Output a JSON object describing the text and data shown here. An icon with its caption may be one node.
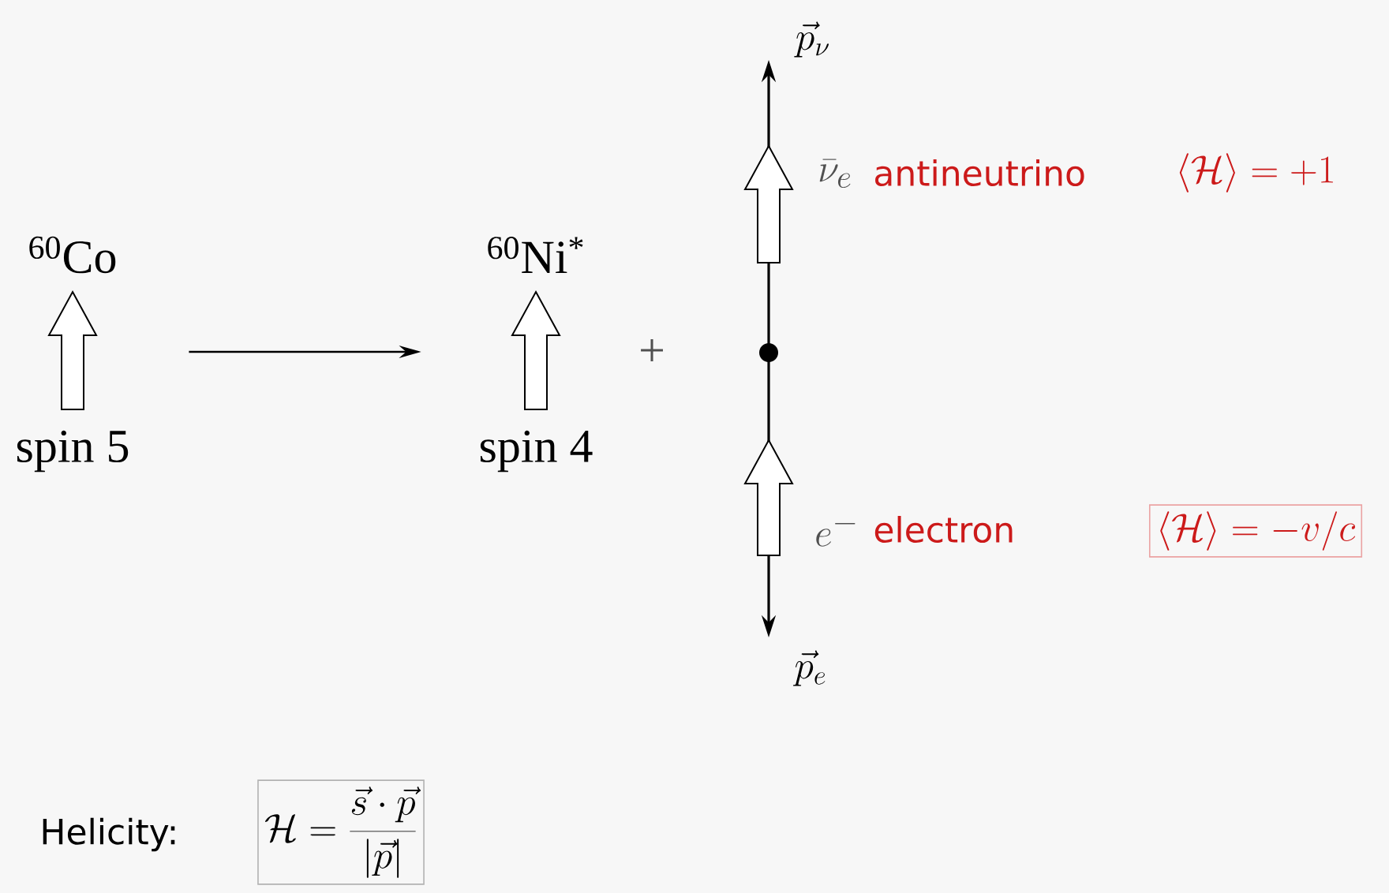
{
  "diagram": {
    "nodes": [
      {
        "text": [
          "$^{60}$Co",
          "spin 5"
        ]
      },
      {
        "text": [
          "$^{60}$Ni$^{*}$",
          "spin 4"
        ]
      },
      {
        "text": [],
        "shape": "arrow"
      },
      {
        "text": [],
        "shape": "arrow"
      }
    ],
    "edges": [
      {
        "from": 0,
        "to": 1,
        "arrow": "to"
      }
    ],
    "labels": [
      "\\vec{p}_\\nu",
      "\\bar{\\nu}_e",
      "antineutrino",
      "\\langle\\mathcal{H}\\rangle = +1",
      "+",
      "e^-",
      "electron",
      "\\langle\\mathcal{H}\\rangle = -v/c",
      "\\vec{p}_e",
      "Helicity:",
      "\\mathcal{H} = \\frac{\\vec{s}\\cdot\\vec{p}}{|\\vec{p}|}"
    ]
  }
}
